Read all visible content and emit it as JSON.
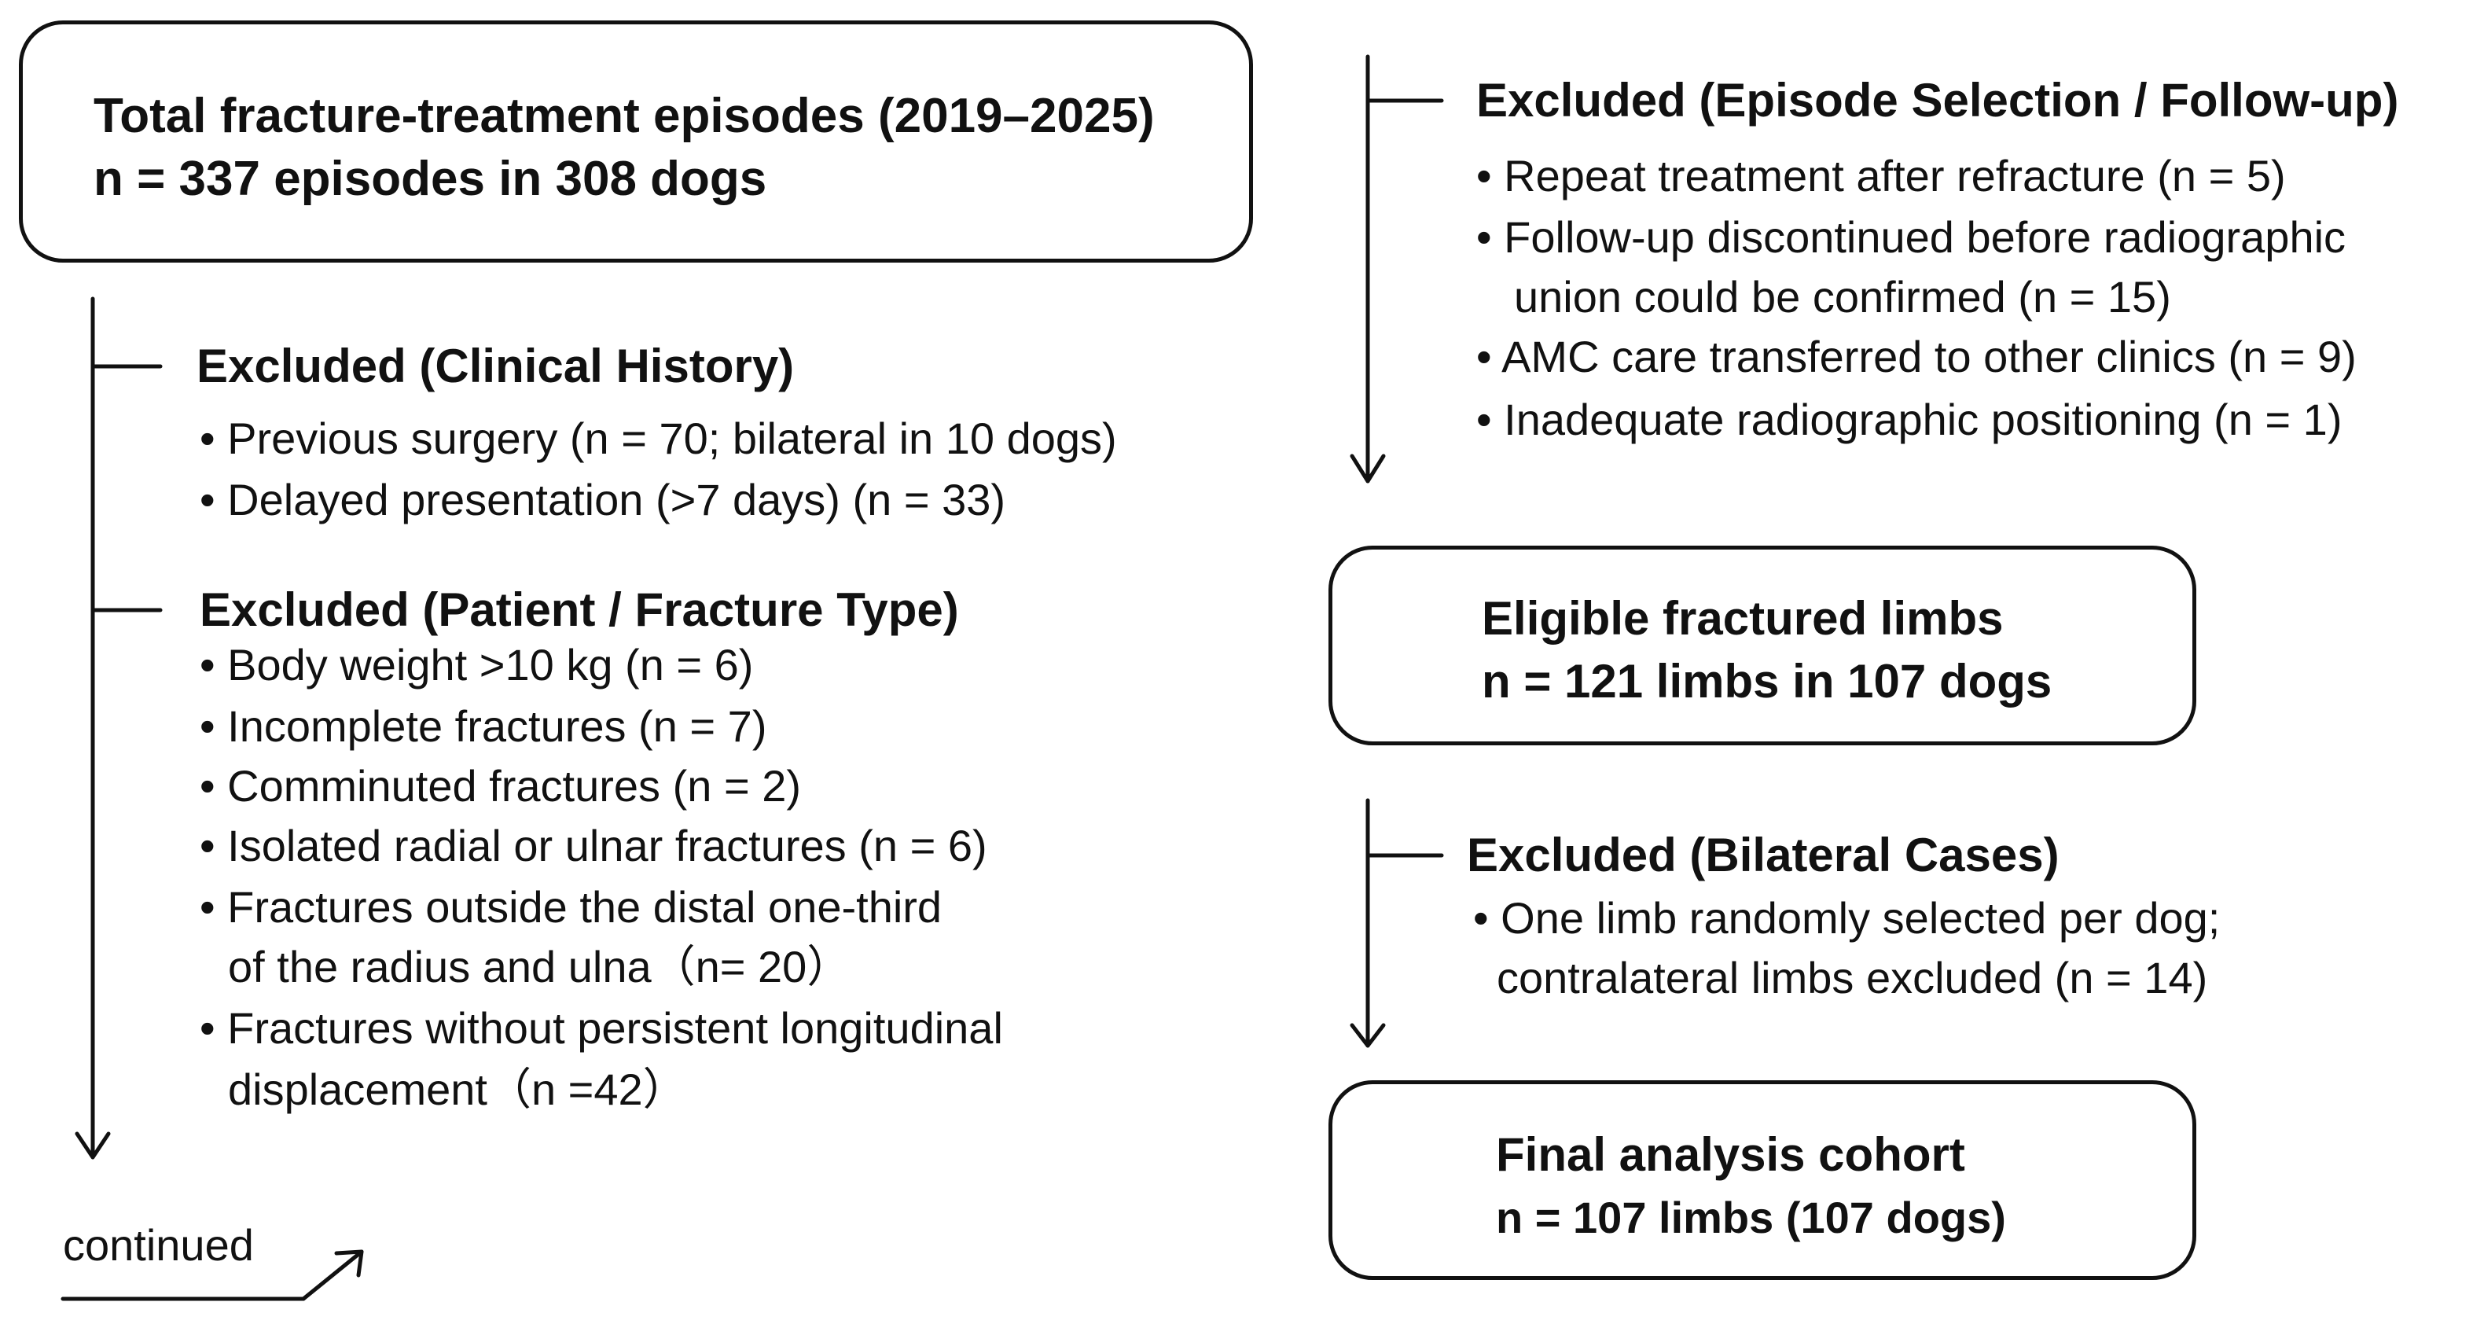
{
  "boxes": {
    "total": {
      "title": "Total fracture-treatment episodes (2019–2025)",
      "subtitle": "n = 337 episodes in 308 dogs"
    },
    "eligible": {
      "title": "Eligible fractured limbs",
      "subtitle": "n = 121 limbs in 107 dogs"
    },
    "final": {
      "title": "Final analysis cohort",
      "subtitle": "n = 107 limbs (107 dogs)"
    }
  },
  "exclusions": {
    "clinical": {
      "heading": "Excluded (Clinical History)",
      "items": [
        "• Previous surgery (n = 70; bilateral in 10 dogs)",
        "• Delayed presentation (>7 days)  (n = 33)"
      ]
    },
    "patient": {
      "heading": "Excluded (Patient / Fracture Type)",
      "items": [
        "• Body weight >10 kg (n = 6)",
        "• Incomplete fractures (n = 7)",
        "• Comminuted fractures (n = 2)",
        "• Isolated radial or ulnar fractures (n = 6)",
        "• Fractures outside the distal one-third",
        "of the radius and ulna（n= 20）",
        "• Fractures without persistent longitudinal",
        "displacement（n =42）"
      ]
    },
    "episode": {
      "heading": "Excluded (Episode Selection / Follow-up)",
      "items": [
        "• Repeat treatment after refracture (n = 5)",
        "• Follow-up discontinued before radiographic",
        "union could be confirmed (n = 15)",
        "• AMC care transferred to other clinics (n = 9)",
        "• Inadequate radiographic positioning (n = 1)"
      ]
    },
    "bilateral": {
      "heading": "Excluded (Bilateral Cases)",
      "items": [
        "• One limb randomly selected per dog;",
        "contralateral limbs excluded (n = 14)"
      ]
    }
  },
  "continued_label": "continued",
  "colors": {
    "ink": "#111111",
    "background": "#ffffff"
  }
}
